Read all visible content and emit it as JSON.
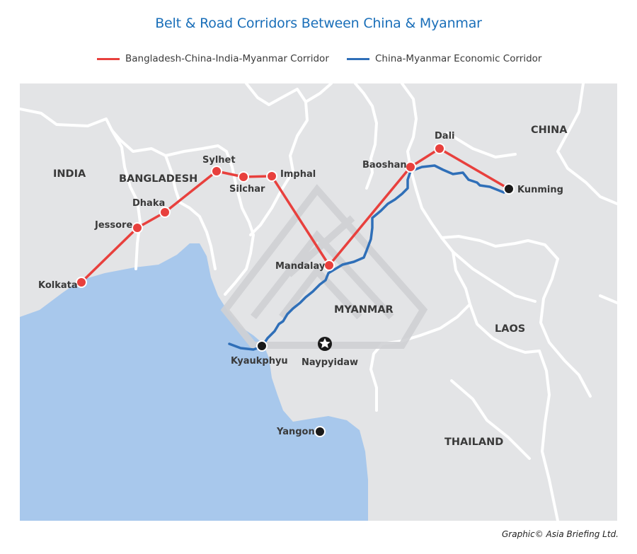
{
  "title": "Belt & Road Corridors Between China & Myanmar",
  "legend": [
    {
      "label": "Bangladesh-China-India-Myanmar Corridor",
      "color": "#e8403d"
    },
    {
      "label": "China-Myanmar Economic Corridor",
      "color": "#2f6fb8"
    }
  ],
  "countries": {
    "india": "INDIA",
    "bangladesh": "BANGLADESH",
    "myanmar": "MYANMAR",
    "china": "CHINA",
    "laos": "LAOS",
    "thailand": "THAILAND"
  },
  "cities": {
    "kolkata": "Kolkata",
    "jessore": "Jessore",
    "dhaka": "Dhaka",
    "sylhet": "Sylhet",
    "silchar": "Silchar",
    "imphal": "Imphal",
    "mandalay": "Mandalay",
    "baoshan": "Baoshan",
    "dali": "Dali",
    "kunming": "Kunming",
    "kyaukphyu": "Kyaukphyu",
    "naypyidaw": "Naypyidaw",
    "yangon": "Yangon"
  },
  "credit": "Graphic© Asia Briefing Ltd.",
  "colors": {
    "title": "#1a6fb9",
    "land": "#e3e4e6",
    "sea": "#a8c8ec",
    "border": "#ffffff",
    "bcim": "#e8403d",
    "cmec": "#2f6fb8",
    "city_dot": "#1a1a1a"
  },
  "icons": {
    "capital": "star-in-circle-icon",
    "watermark": "asia-briefing-logo-icon"
  }
}
